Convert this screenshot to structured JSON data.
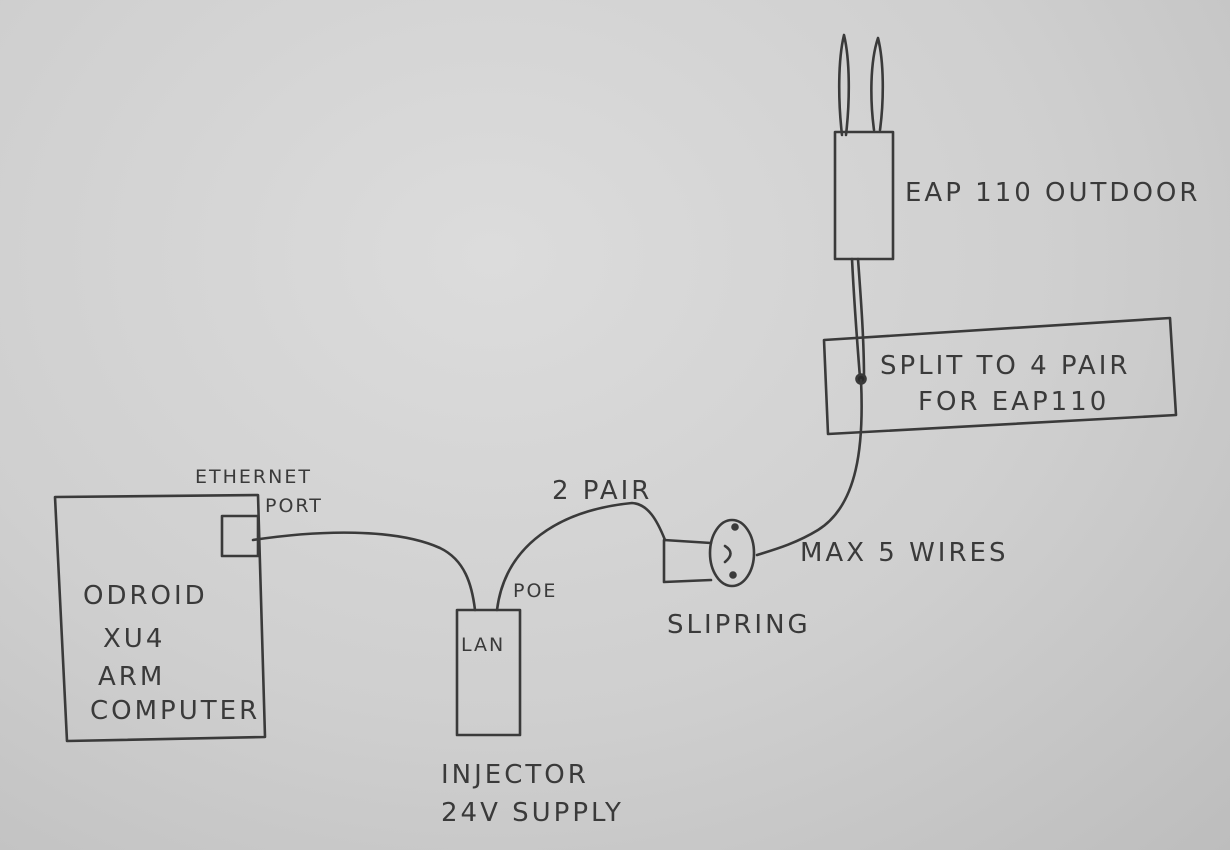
{
  "labels": {
    "eap": "EAP 110 OUTDOOR",
    "split_line1": "SPLIT TO 4 PAIR",
    "split_line2": "FOR EAP110",
    "ethernet_line1": "ETHERNET",
    "ethernet_line2": "PORT",
    "odroid_line1": "ODROID",
    "odroid_line2": "XU4",
    "odroid_line3": "ARM",
    "odroid_line4": "COMPUTER",
    "lan": "LAN",
    "poe": "POE",
    "two_pair": "2 PAIR",
    "slipring": "SLIPRING",
    "max_wires": "MAX 5 WIRES",
    "injector_line1": "INJECTOR",
    "injector_line2": "24V SUPPLY"
  },
  "colors": {
    "paper": "#d4d4d4",
    "pencil": "#3a3a3a"
  }
}
